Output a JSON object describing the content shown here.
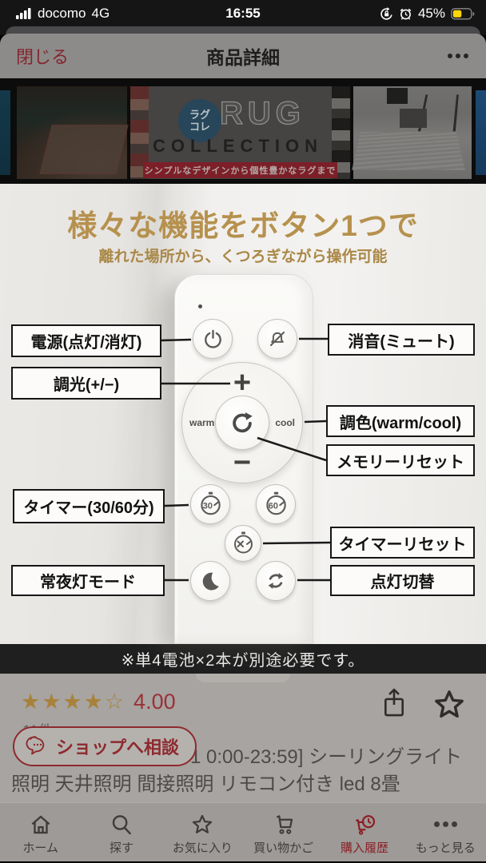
{
  "status_bar": {
    "carrier": "docomo",
    "network": "4G",
    "time": "16:55",
    "battery_percent": "45%",
    "battery_color": "#ffd60a"
  },
  "header": {
    "close_label": "閉じる",
    "title": "商品詳細"
  },
  "carousel": {
    "banner": {
      "badge_top": "ラグ",
      "badge_bottom": "コレ",
      "title_outline": "RUG",
      "title_main": "COLLECTION",
      "ribbon": "シンプルなデザインから個性豊かなラグまで"
    }
  },
  "hero": {
    "title": "様々な機能をボタン1つで",
    "subtitle": "離れた場所から、くつろぎながら操作可能",
    "accent_color": "#b6914e"
  },
  "remote": {
    "labels": {
      "power": "電源(点灯/消灯)",
      "dim": "調光(+/−)",
      "mute": "消音(ミュート)",
      "color": "調色(warm/cool)",
      "memory": "メモリーリセット",
      "timer": "タイマー(30/60分)",
      "timer_reset": "タイマーリセット",
      "night": "常夜灯モード",
      "toggle": "点灯切替"
    },
    "dial": {
      "plus": "+",
      "minus": "−",
      "warm": "warm",
      "cool": "cool"
    },
    "timer30": "30",
    "timer60": "60"
  },
  "note": {
    "text": "※単4電池×2本が別途必要です。"
  },
  "product": {
    "stars_filled": "★★★★",
    "star_empty": "☆",
    "rating_value": "4.00",
    "review_count": "11件",
    "consult_label": "ショップへ相談",
    "title": "1 0:00-23:59] シーリングライト 照明 天井照明 間接照明 リモコン付き led 8畳"
  },
  "nav": {
    "items": [
      {
        "label": "ホーム"
      },
      {
        "label": "探す"
      },
      {
        "label": "お気に入り"
      },
      {
        "label": "買い物かご"
      },
      {
        "label": "購入履歴"
      },
      {
        "label": "もっと見る"
      }
    ],
    "active_label": "購入履歴",
    "active_color": "#8c2026"
  },
  "icons": {
    "star_filled_glyph": "★",
    "star_empty_glyph": "☆",
    "more_glyph": "•••"
  }
}
